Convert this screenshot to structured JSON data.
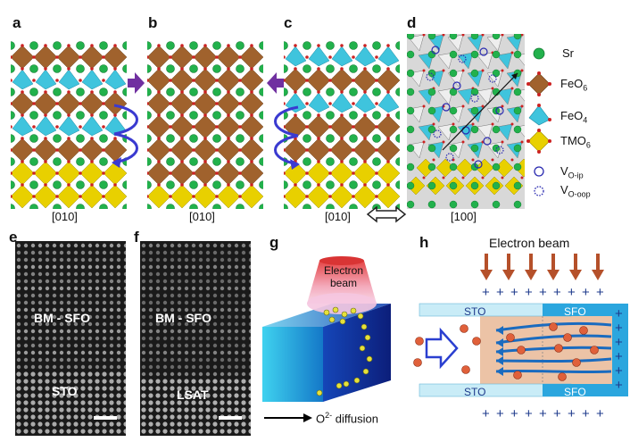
{
  "panels": {
    "a": {
      "label": "a",
      "axis": "[010]"
    },
    "b": {
      "label": "b",
      "axis": "[010]"
    },
    "c": {
      "label": "c",
      "axis": "[010]"
    },
    "d": {
      "label": "d",
      "axis": "[100]"
    },
    "e": {
      "label": "e",
      "film": "BM - SFO",
      "substrate": "STO"
    },
    "f": {
      "label": "f",
      "film": "BM - SFO",
      "substrate": "LSAT"
    },
    "g": {
      "label": "g",
      "beam_line1": "Electron",
      "beam_line2": "beam",
      "diffusion_prefix": "O",
      "diffusion_sup": "2-",
      "diffusion_suffix": " diffusion"
    },
    "h": {
      "label": "h",
      "beam": "Electron beam",
      "sto_top": "STO",
      "sfo_top": "SFO",
      "sto_bottom": "STO",
      "sfo_bottom": "SFO"
    }
  },
  "legend": {
    "sr": "Sr",
    "feo6_base": "FeO",
    "feo6_sub": "6",
    "feo4_base": "FeO",
    "feo4_sub": "4",
    "tmo6_base": "TMO",
    "tmo6_sub": "6",
    "vip_base": "V",
    "vip_sub": "O-ip",
    "voop_base": "V",
    "voop_sub": "O-oop"
  },
  "colors": {
    "sr": "#22b14c",
    "feo6": "#a0622d",
    "feo4": "#3fc4dd",
    "tmo6": "#e8d000",
    "oxygen": "#cc2222",
    "arrow_purple": "#7030a0",
    "curl_blue": "#3a3ad0",
    "beam_arrow": "#b5502a",
    "plus": "#1f3b8c",
    "sto_band": "#c9ecf7",
    "sfo_band": "#2ba6de"
  }
}
